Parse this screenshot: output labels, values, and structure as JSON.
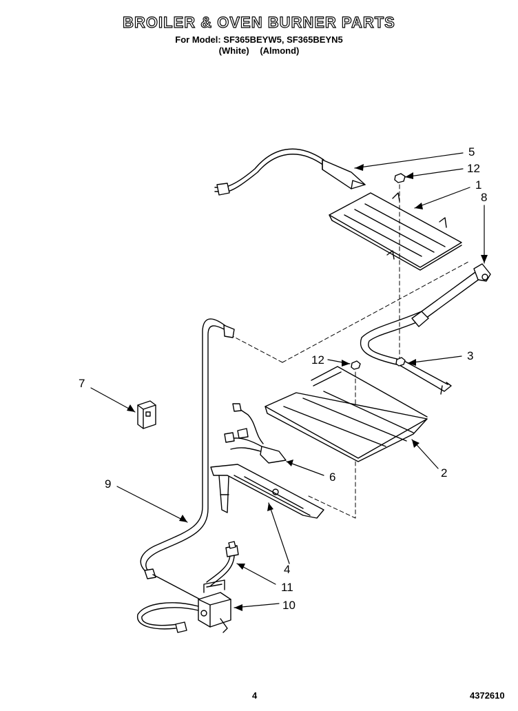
{
  "header": {
    "title": "BROILER & OVEN BURNER PARTS",
    "model_line": "For Model: SF365BEYW5, SF365BEYN5",
    "color_white": "(White)",
    "color_almond": "(Almond)"
  },
  "callouts": {
    "c5": "5",
    "c12a": "12",
    "c1": "1",
    "c8": "8",
    "c3": "3",
    "c12b": "12",
    "c7": "7",
    "c2": "2",
    "c6": "6",
    "c9": "9",
    "c4": "4",
    "c11": "11",
    "c10": "10"
  },
  "footer": {
    "page_number": "4",
    "document_number": "4372610"
  }
}
